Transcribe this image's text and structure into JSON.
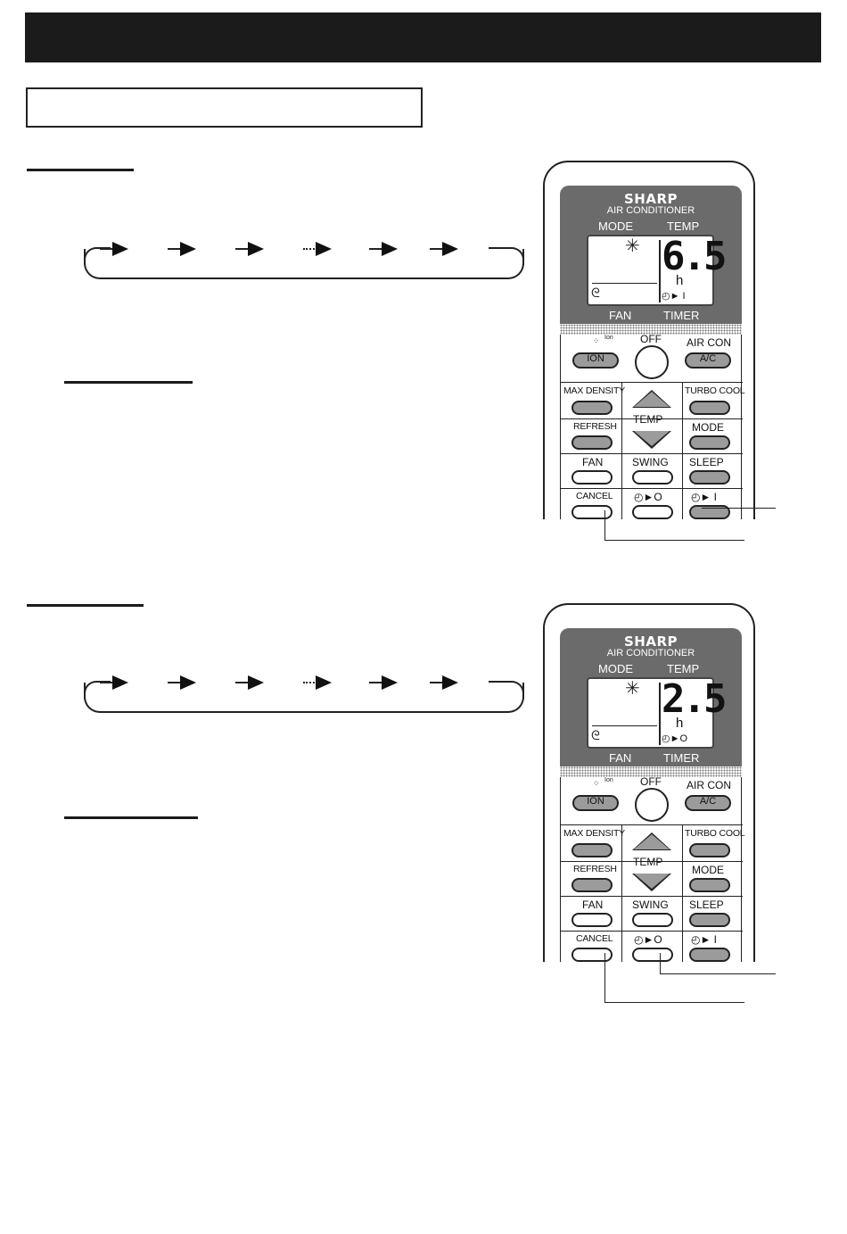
{
  "remote_top": {
    "brand": "SHARP",
    "subtitle": "AIR CONDITIONER",
    "mode_label": "MODE",
    "temp_label": "TEMP",
    "fan_label": "FAN",
    "timer_label": "TIMER",
    "lcd_digits": "6.5",
    "lcd_unit": "h",
    "lcd_timer_icon": "◴► I"
  },
  "remote_bottom": {
    "brand": "SHARP",
    "subtitle": "AIR CONDITIONER",
    "mode_label": "MODE",
    "temp_label": "TEMP",
    "fan_label": "FAN",
    "timer_label": "TIMER",
    "lcd_digits": "2.5",
    "lcd_unit": "h",
    "lcd_timer_icon": "◴►O"
  },
  "buttons": {
    "ion_sup": "Ion",
    "ion": "ION",
    "off": "OFF",
    "air_con": "AIR CON",
    "ac": "A/C",
    "max_density": "MAX DENSITY",
    "temp": "TEMP",
    "turbo_cool": "TURBO COOL",
    "refresh": "REFRESH",
    "mode": "MODE",
    "fan": "FAN",
    "swing": "SWING",
    "sleep": "SLEEP",
    "cancel": "CANCEL",
    "off_timer": "◴►O",
    "on_timer": "◴► I"
  },
  "colors": {
    "header_bar": "#1b1b1b",
    "remote_panel": "#6b6b6b",
    "grey_button": "#9b9b9b"
  }
}
